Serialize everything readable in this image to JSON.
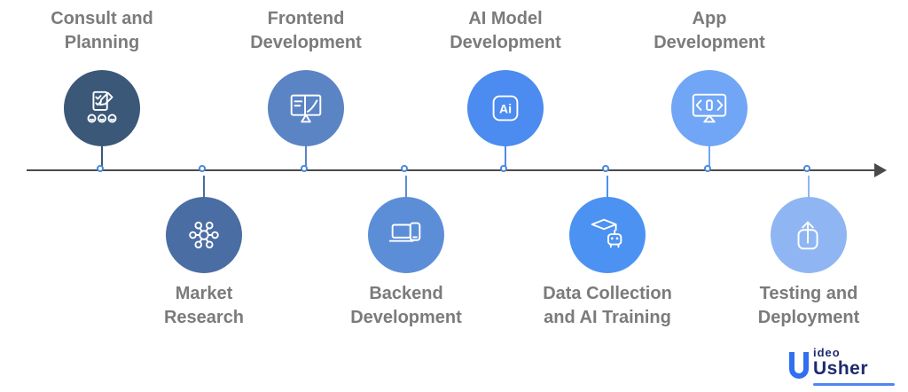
{
  "diagram": {
    "type": "timeline-process",
    "direction": "left-to-right"
  },
  "palette": {
    "axis": "#4a4a4a",
    "dot_fill": "#ffffff",
    "dot_border": "#4c86d8",
    "label_text": "#7b7b7b"
  },
  "milestones": [
    {
      "id": "consult-and-planning",
      "line1": "Consult and",
      "line2": "Planning",
      "side": "top",
      "color": "#3b5878",
      "icon": "checklist-people-icon"
    },
    {
      "id": "market-research",
      "line1": "Market",
      "line2": "Research",
      "side": "bottom",
      "color": "#4a6da3",
      "icon": "network-hub-icon"
    },
    {
      "id": "frontend-development",
      "line1": "Frontend",
      "line2": "Development",
      "side": "top",
      "color": "#5b84c4",
      "icon": "monitor-chart-icon"
    },
    {
      "id": "backend-development",
      "line1": "Backend",
      "line2": "Development",
      "side": "bottom",
      "color": "#5c8ed8",
      "icon": "laptop-phone-icon"
    },
    {
      "id": "ai-model-development",
      "line1": "AI Model",
      "line2": "Development",
      "side": "top",
      "color": "#4c8bf0",
      "icon": "ai-badge-icon",
      "badge_text": "Ai"
    },
    {
      "id": "data-collection-ai-training",
      "line1": "Data Collection",
      "line2": "and AI Training",
      "side": "bottom",
      "color": "#4c92f2",
      "icon": "graduation-robot-icon"
    },
    {
      "id": "app-development",
      "line1": "App",
      "line2": "Development",
      "side": "top",
      "color": "#70a6f5",
      "icon": "monitor-code-icon"
    },
    {
      "id": "testing-and-deployment",
      "line1": "Testing and",
      "line2": "Deployment",
      "side": "bottom",
      "color": "#8fb6f3",
      "icon": "deploy-box-icon"
    }
  ],
  "logo": {
    "line1": "ideo",
    "line2": "Usher",
    "mark_color": "#2f6ff0",
    "text_color": "#1d2b6e"
  }
}
